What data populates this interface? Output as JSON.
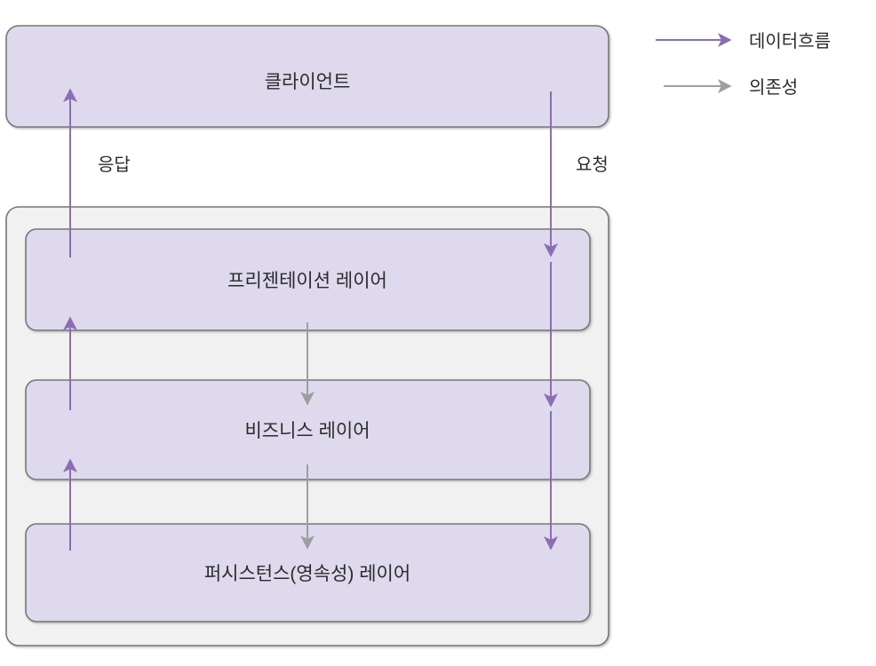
{
  "diagram": {
    "type": "layered-architecture",
    "colors": {
      "layer_fill": "#ded9ec",
      "layer_border": "#777777",
      "container_fill": "#f1f1f1",
      "container_border": "#777777",
      "data_flow_arrow": "#8a6eb5",
      "dependency_arrow": "#9e9e9e",
      "text": "#2b2b2b",
      "background": "#ffffff"
    },
    "client": {
      "label": "클라이언트"
    },
    "container": {
      "label": "",
      "layers": [
        {
          "id": "presentation",
          "label": "프리젠테이션 레이어"
        },
        {
          "id": "business",
          "label": "비즈니스 레이어"
        },
        {
          "id": "persistence",
          "label": "퍼시스턴스(영속성) 레이어"
        }
      ]
    },
    "flow_labels": [
      {
        "id": "response",
        "label": "응답"
      },
      {
        "id": "request",
        "label": "요청"
      }
    ],
    "legend": {
      "items": [
        {
          "id": "data-flow",
          "label": "데이터흐름",
          "color": "#8a6eb5"
        },
        {
          "id": "dependency",
          "label": "의존성",
          "color": "#9e9e9e"
        }
      ]
    }
  }
}
